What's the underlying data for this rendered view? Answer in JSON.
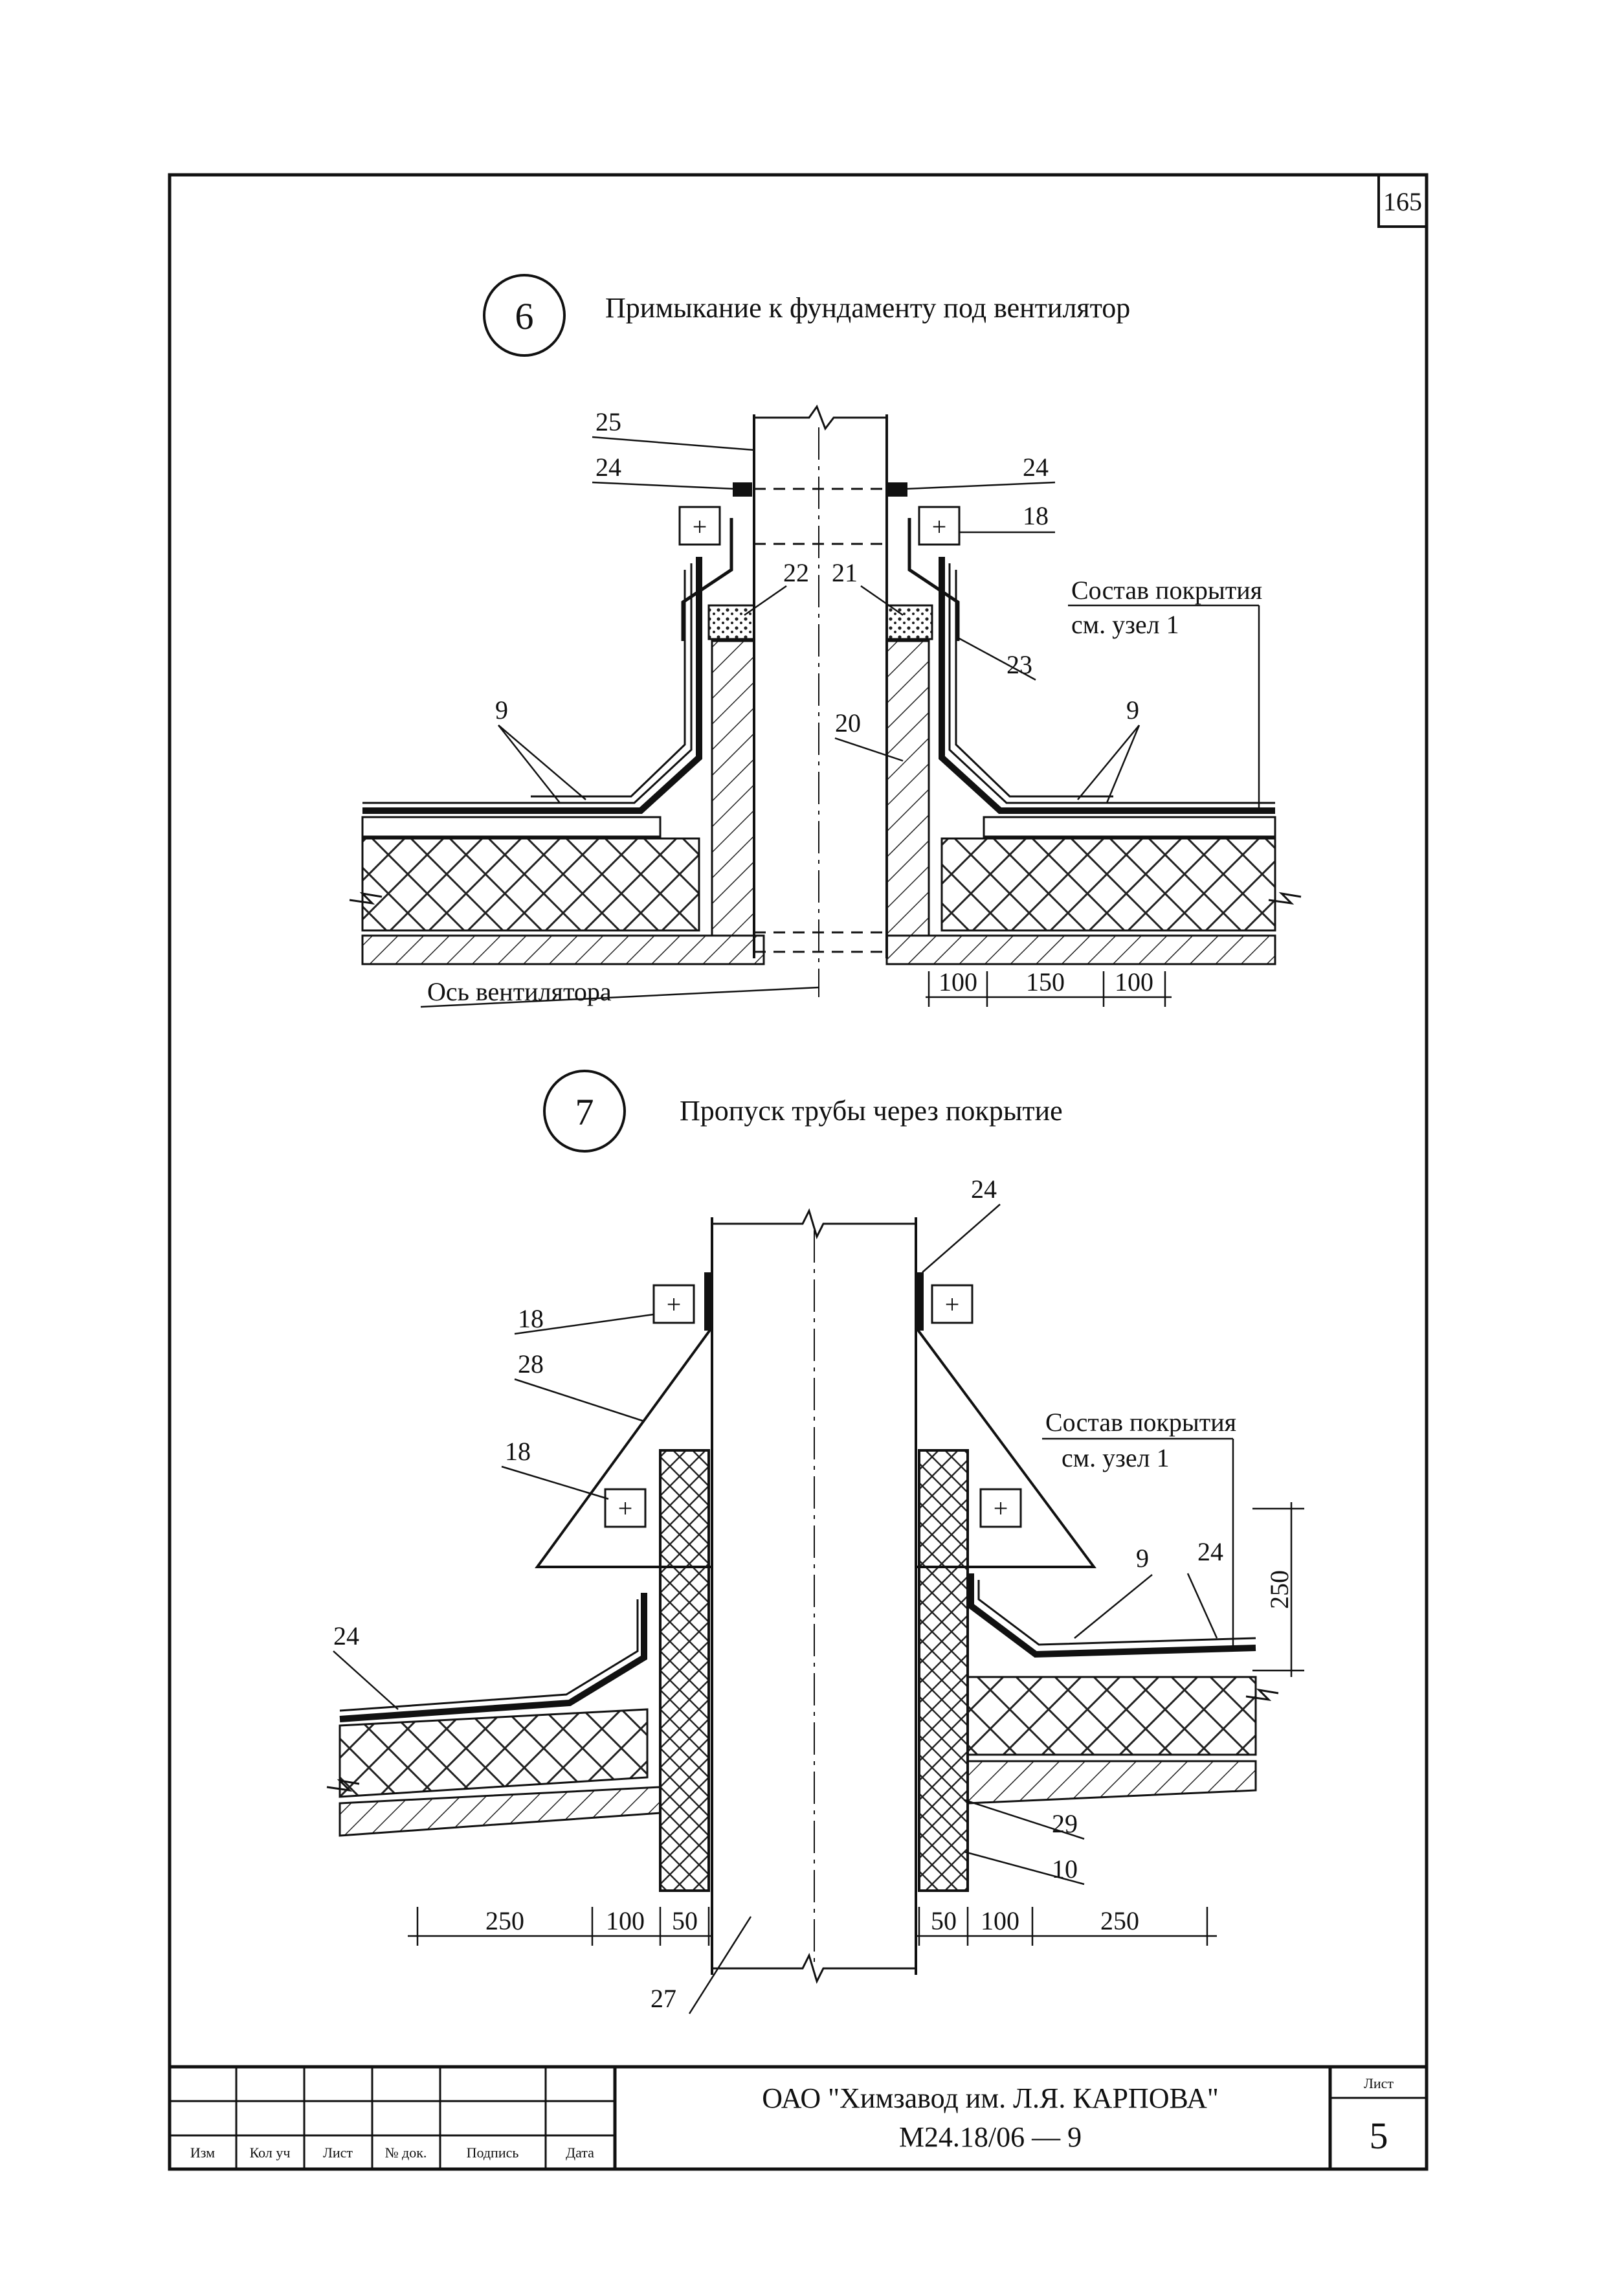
{
  "sheet_number": "165",
  "detail6": {
    "number": "6",
    "title": "Примыкание к фундаменту под вентилятор",
    "callouts": {
      "c25": "25",
      "c24_left": "24",
      "c24_right": "24",
      "c18": "18",
      "c22": "22",
      "c21": "21",
      "c23": "23",
      "c20": "20",
      "c9_left": "9",
      "c9_right": "9"
    },
    "note_line1": "Состав покрытия",
    "note_line2": "см. узел 1",
    "axis_label": "Ось вентилятора",
    "dims": [
      "100",
      "150",
      "100"
    ]
  },
  "detail7": {
    "number": "7",
    "title": "Пропуск трубы через покрытие",
    "callouts": {
      "c24_top": "24",
      "c18_top": "18",
      "c28": "28",
      "c18_mid": "18",
      "c24_left": "24",
      "c9": "9",
      "c24_right": "24",
      "c29": "29",
      "c10": "10",
      "c27": "27"
    },
    "note_line1": "Состав покрытия",
    "note_line2": "см. узел 1",
    "dim_vertical": "250",
    "dims_left": [
      "250",
      "100",
      "50"
    ],
    "dims_right": [
      "50",
      "100",
      "250"
    ]
  },
  "stamp": {
    "headers": [
      "Изм",
      "Кол уч",
      "Лист",
      "№ док.",
      "Подпись",
      "Дата"
    ],
    "org": "ОАО \"Химзавод им. Л.Я. КАРПОВА\"",
    "code": "М24.18/06 — 9",
    "sheet_label": "Лист",
    "sheet_value": "5"
  }
}
